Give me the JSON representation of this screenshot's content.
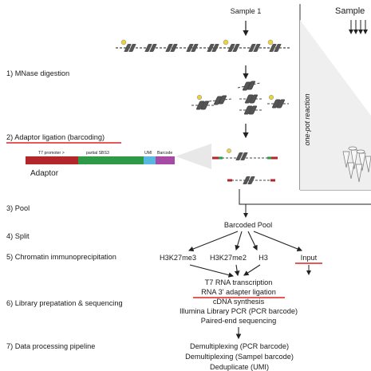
{
  "samples": {
    "sample1": "Sample 1",
    "sample2": "Sample"
  },
  "steps": [
    {
      "label": "1) MNase digestion"
    },
    {
      "label": "2) Adaptor ligation (barcoding)"
    },
    {
      "label": "3) Pool"
    },
    {
      "label": "4) Split"
    },
    {
      "label": "5) Chromatin immunoprecipitation"
    },
    {
      "label": "6) Library prepatation & sequencing"
    },
    {
      "label": "7) Data processing pipeline"
    }
  ],
  "adaptor": {
    "name": "Adaptor",
    "segments": [
      "T7 promoter >",
      "partial SBS3",
      "UMI",
      "Barcode"
    ]
  },
  "one_pot": "one-pot reaction",
  "pool": "Barcoded Pool",
  "ip_targets": [
    "H3K27me3",
    "H3K27me2",
    "H3",
    "Input"
  ],
  "library_steps": [
    "T7 RNA transcription",
    "RNA 3' adapter ligation",
    "cDNA synthesis",
    "Illumina Library PCR (PCR barcode)",
    "Paired-end sequencing"
  ],
  "pipeline_steps": [
    "Demultiplexing (PCR barcode)",
    "Demultiplexing (Sampel barcode)",
    "Deduplicate (UMI)"
  ],
  "colors": {
    "highlight_red": "#e02020",
    "adaptor_red": "#b3262b",
    "adaptor_green": "#2e9a48",
    "umi_blue": "#58b8e0",
    "barcode_purple": "#a64aa6",
    "nucleosome_yellow": "#e8d43c"
  }
}
